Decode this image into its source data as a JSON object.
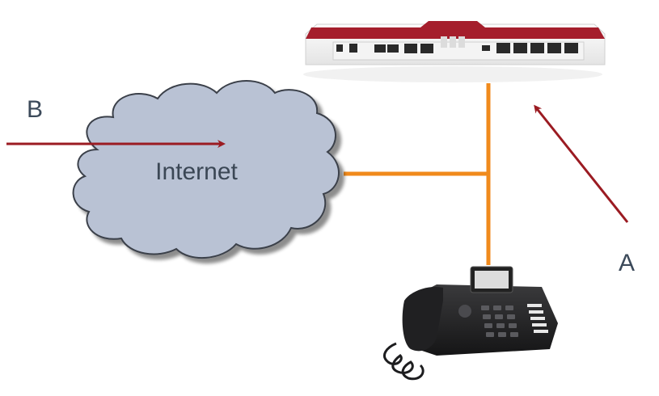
{
  "diagram": {
    "cloud_label": "Internet",
    "label_a": "A",
    "label_b": "B",
    "device_router": "router-image",
    "device_phone": "desk-phone-image",
    "colors": {
      "cable": "#f08a1c",
      "arrow": "#9b1b22",
      "cloud_fill": "#b9c2d4",
      "cloud_stroke": "#3a3f4a",
      "router_red": "#a51e2c"
    }
  }
}
